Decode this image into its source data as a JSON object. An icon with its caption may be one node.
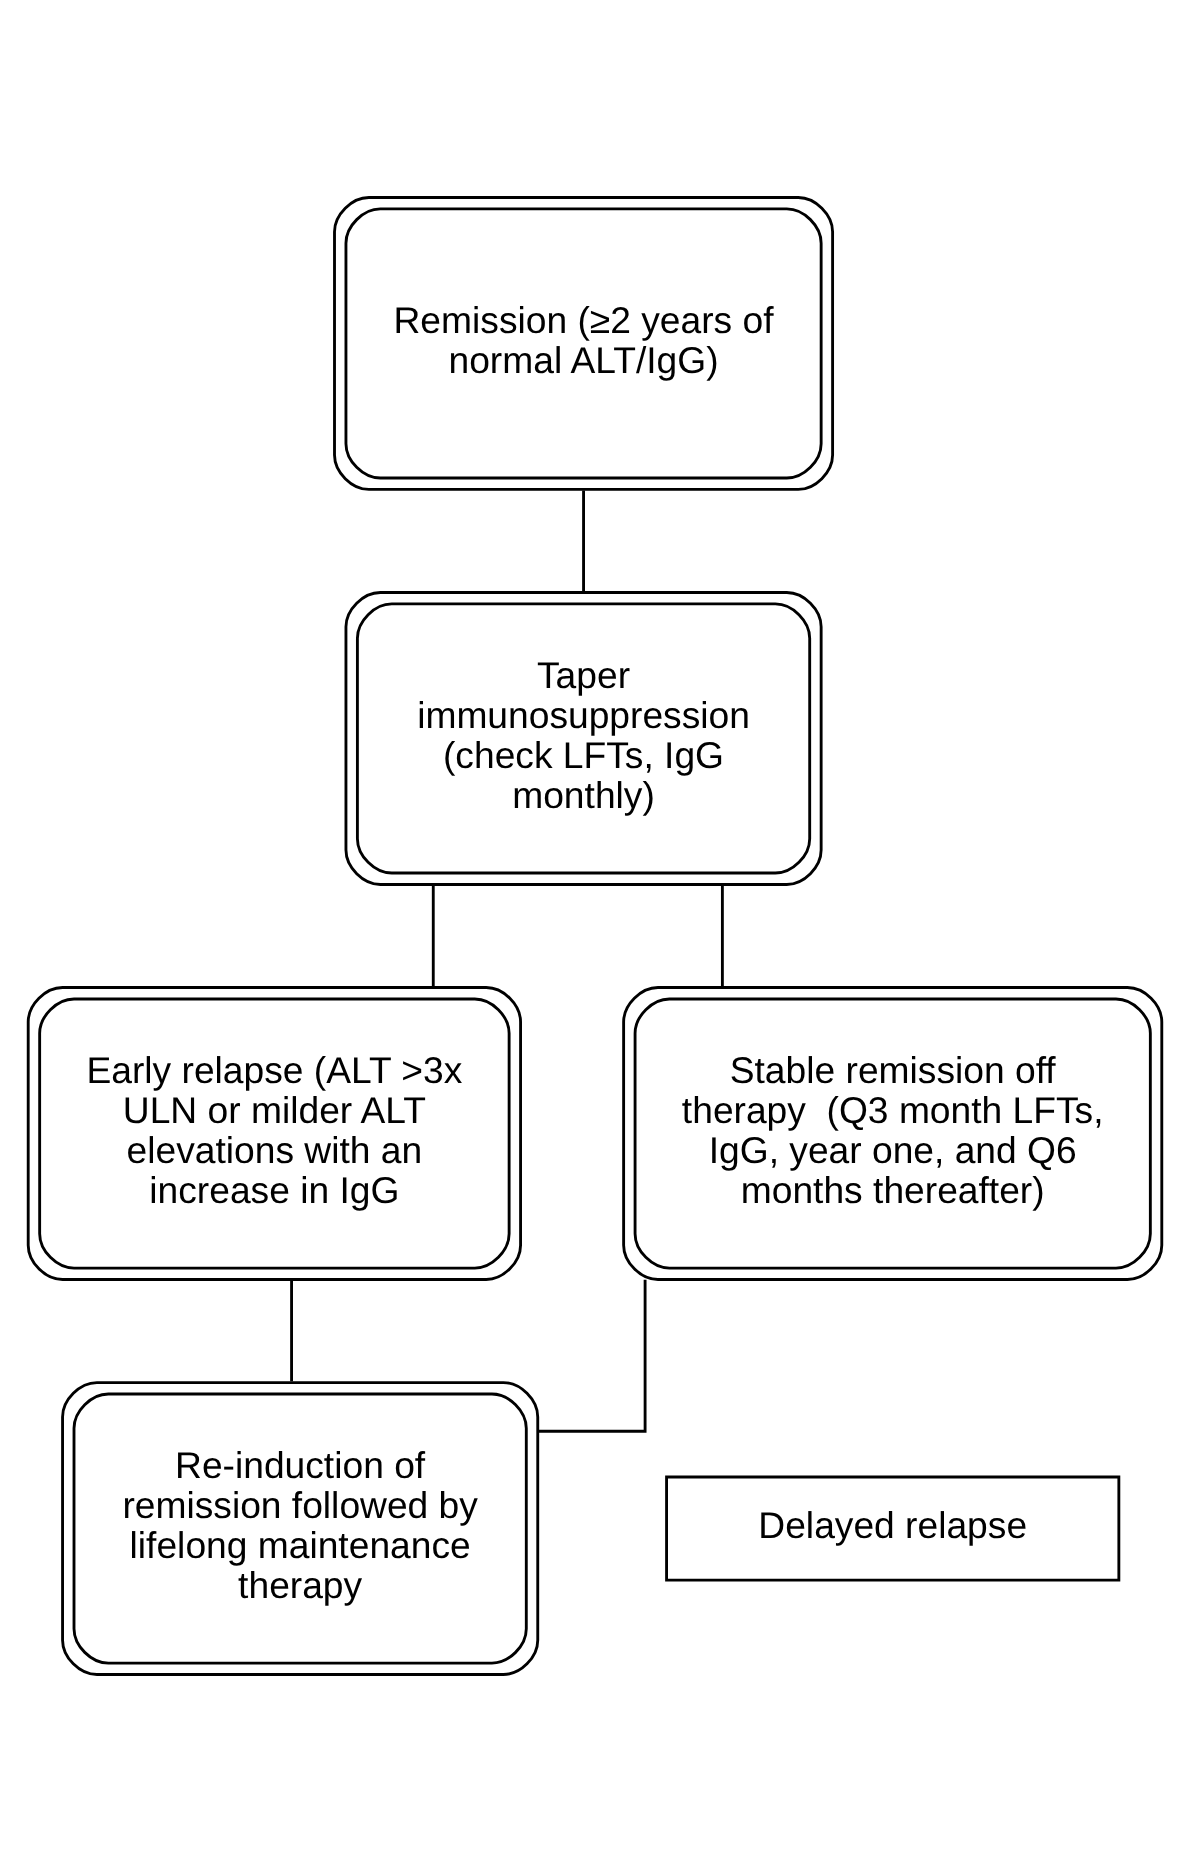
{
  "diagram": {
    "nodes": [
      {
        "text": [
          "Remission (≥2 years of normal ALT/IgG)"
        ]
      },
      {
        "text": [
          "Taper immunosuppression (check LFTs, IgG monthly)"
        ]
      },
      {
        "text": [
          "Early relapse (ALT >3x ULN or milder ALT elevations with an increase in IgG"
        ]
      },
      {
        "text": [
          "Stable remission off therapy  (Q3 month LFTs, IgG, year one, and Q6 months thereafter)"
        ]
      },
      {
        "text": [
          "Delayed relapse"
        ]
      },
      {
        "text": [
          "Re-induction of remission followed by lifelong maintenance therapy"
        ]
      }
    ],
    "edges": [
      {
        "from": 0,
        "to": 1,
        "arrow": "none"
      },
      {
        "from": 1,
        "to": 2,
        "arrow": "none"
      },
      {
        "from": 1,
        "to": 3,
        "arrow": "none"
      },
      {
        "from": 2,
        "to": 5,
        "arrow": "none"
      },
      {
        "from": 3,
        "to": 5,
        "arrow": "none"
      }
    ]
  }
}
